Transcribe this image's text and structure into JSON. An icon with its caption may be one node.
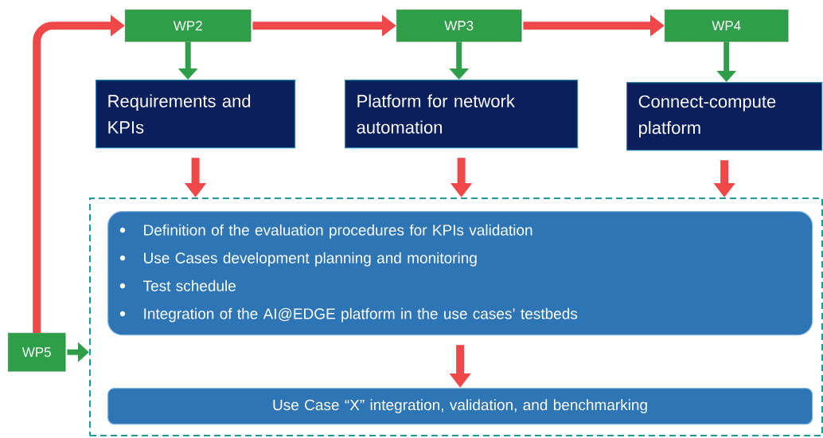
{
  "diagram": {
    "nodes": [
      {
        "text": [
          "WP2"
        ]
      },
      {
        "text": [
          "WP3"
        ]
      },
      {
        "text": [
          "WP4"
        ]
      },
      {
        "text": [
          "Requirements and KPIs"
        ]
      },
      {
        "text": [
          "Platform for network automation"
        ]
      },
      {
        "text": [
          "Connect-compute platform"
        ]
      },
      {
        "text": [],
        "shape": "box"
      },
      {
        "text": [
          "Definition of the evaluation procedures for KPIs validation",
          "Use Cases development planning and monitoring",
          "Test schedule",
          "Integration of the AI@EDGE platform in the use cases’ testbeds"
        ],
        "in": 6
      },
      {
        "text": [
          "Use Case “X” integration, validation, and benchmarking"
        ],
        "in": 6
      },
      {
        "text": [
          "WP5"
        ]
      }
    ],
    "edges": [
      {
        "from": 9,
        "to": 0,
        "arrow": "to"
      },
      {
        "from": 0,
        "to": 1,
        "arrow": "to"
      },
      {
        "from": 1,
        "to": 2,
        "arrow": "to"
      },
      {
        "from": 0,
        "to": 3,
        "arrow": "to",
        "color": "#2e9e48"
      },
      {
        "from": 1,
        "to": 4,
        "arrow": "to",
        "color": "#2e9e48"
      },
      {
        "from": 2,
        "to": 5,
        "arrow": "to",
        "color": "#2e9e48"
      },
      {
        "from": 3,
        "to": 6,
        "arrow": "to"
      },
      {
        "from": 4,
        "to": 6,
        "arrow": "to"
      },
      {
        "from": 5,
        "to": 6,
        "arrow": "to"
      },
      {
        "from": 7,
        "to": 8,
        "arrow": "to"
      },
      {
        "from": 9,
        "to": 6,
        "arrow": "to",
        "color": "#2e9e48"
      }
    ]
  }
}
